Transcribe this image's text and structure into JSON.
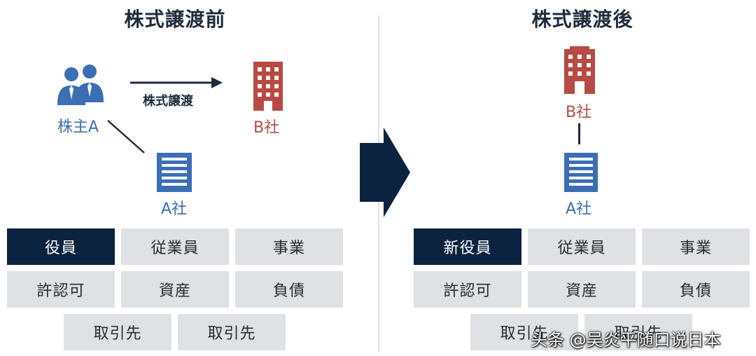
{
  "before": {
    "title": "株式譲渡前",
    "shareholder_label": "株主A",
    "transfer_label": "株式譲渡",
    "company_b_label": "B社",
    "company_a_label": "A社",
    "boxes": [
      {
        "label": "役員",
        "dark": true
      },
      {
        "label": "従業員",
        "dark": false
      },
      {
        "label": "事業",
        "dark": false
      },
      {
        "label": "許認可",
        "dark": false
      },
      {
        "label": "資産",
        "dark": false
      },
      {
        "label": "負債",
        "dark": false
      },
      {
        "label": "取引先",
        "dark": false
      },
      {
        "label": "取引先",
        "dark": false
      }
    ]
  },
  "after": {
    "title": "株式譲渡後",
    "company_b_label": "B社",
    "company_a_label": "A社",
    "boxes": [
      {
        "label": "新役員",
        "dark": true
      },
      {
        "label": "従業員",
        "dark": false
      },
      {
        "label": "事業",
        "dark": false
      },
      {
        "label": "許認可",
        "dark": false
      },
      {
        "label": "資産",
        "dark": false
      },
      {
        "label": "負債",
        "dark": false
      },
      {
        "label": "取引先",
        "dark": false
      },
      {
        "label": "取引先",
        "dark": false
      }
    ]
  },
  "watermark": "头条 @吴炎平随口说日本",
  "colors": {
    "navy": "#0c2340",
    "blue": "#3a6fb5",
    "red": "#b84a43",
    "box_gray": "#dfe1e4"
  },
  "icons": {
    "shareholder": "people-icon",
    "company_b": "red-building-icon",
    "company_a": "blue-building-icon",
    "transition": "big-arrow-icon"
  }
}
